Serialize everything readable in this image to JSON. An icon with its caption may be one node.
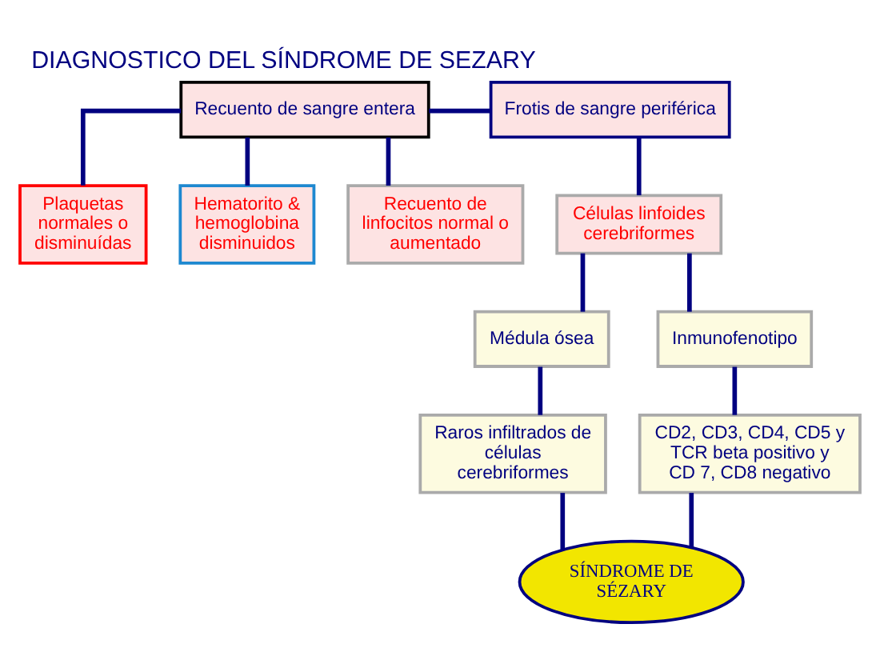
{
  "diagram": {
    "title": "DIAGNOSTICO DEL SÍNDROME DE SEZARY",
    "nodes": [
      {
        "text": [
          "Recuento de sangre entera"
        ]
      },
      {
        "text": [
          "Frotis de sangre periférica"
        ]
      },
      {
        "text": [
          "Plaquetas normales o disminuídas"
        ]
      },
      {
        "text": [
          "Hematorito & hemoglobina disminuidos"
        ]
      },
      {
        "text": [
          "Recuento de linfocitos normal o aumentado"
        ]
      },
      {
        "text": [
          "Células linfoides cerebriformes"
        ]
      },
      {
        "text": [
          "Médula ósea"
        ]
      },
      {
        "text": [
          "Inmunofenotipo"
        ]
      },
      {
        "text": [
          "Raros infiltrados de células cerebriformes"
        ]
      },
      {
        "text": [
          "CD2, CD3, CD4, CD5 y TCR beta positivo y CD 7, CD8 negativo"
        ]
      },
      {
        "text": [
          "SÍNDROME DE SÉZARY"
        ]
      }
    ],
    "edges": [
      {
        "from": 0,
        "to": 1,
        "arrow": "none"
      },
      {
        "from": 0,
        "to": 2,
        "arrow": "none"
      },
      {
        "from": 0,
        "to": 3,
        "arrow": "none"
      },
      {
        "from": 0,
        "to": 4,
        "arrow": "none"
      },
      {
        "from": 1,
        "to": 5,
        "arrow": "none"
      },
      {
        "from": 5,
        "to": 6,
        "arrow": "none"
      },
      {
        "from": 5,
        "to": 7,
        "arrow": "none"
      },
      {
        "from": 6,
        "to": 8,
        "arrow": "none"
      },
      {
        "from": 7,
        "to": 9,
        "arrow": "none"
      },
      {
        "from": 8,
        "to": 10,
        "arrow": "none"
      },
      {
        "from": 9,
        "to": 10,
        "arrow": "none"
      }
    ]
  }
}
